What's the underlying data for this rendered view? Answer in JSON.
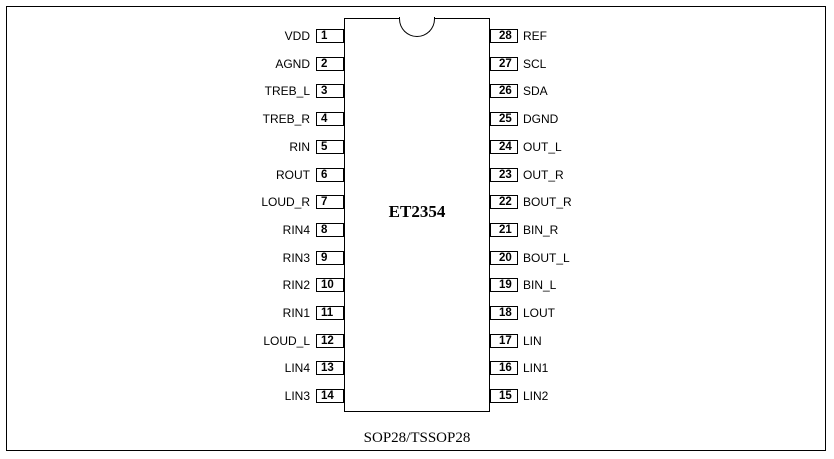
{
  "chip": {
    "name": "ET2354",
    "package": "SOP28/TSSOP28"
  },
  "left_pins": [
    {
      "num": "1",
      "name": "VDD"
    },
    {
      "num": "2",
      "name": "AGND"
    },
    {
      "num": "3",
      "name": "TREB_L"
    },
    {
      "num": "4",
      "name": "TREB_R"
    },
    {
      "num": "5",
      "name": "RIN"
    },
    {
      "num": "6",
      "name": "ROUT"
    },
    {
      "num": "7",
      "name": "LOUD_R"
    },
    {
      "num": "8",
      "name": "RIN4"
    },
    {
      "num": "9",
      "name": "RIN3"
    },
    {
      "num": "10",
      "name": "RIN2"
    },
    {
      "num": "11",
      "name": "RIN1"
    },
    {
      "num": "12",
      "name": "LOUD_L"
    },
    {
      "num": "13",
      "name": "LIN4"
    },
    {
      "num": "14",
      "name": "LIN3"
    }
  ],
  "right_pins": [
    {
      "num": "28",
      "name": "REF"
    },
    {
      "num": "27",
      "name": "SCL"
    },
    {
      "num": "26",
      "name": "SDA"
    },
    {
      "num": "25",
      "name": "DGND"
    },
    {
      "num": "24",
      "name": "OUT_L"
    },
    {
      "num": "23",
      "name": "OUT_R"
    },
    {
      "num": "22",
      "name": "BOUT_R"
    },
    {
      "num": "21",
      "name": "BIN_R"
    },
    {
      "num": "20",
      "name": "BOUT_L"
    },
    {
      "num": "19",
      "name": "BIN_L"
    },
    {
      "num": "18",
      "name": "LOUT"
    },
    {
      "num": "17",
      "name": "LIN"
    },
    {
      "num": "16",
      "name": "LIN1"
    },
    {
      "num": "15",
      "name": "LIN2"
    }
  ]
}
